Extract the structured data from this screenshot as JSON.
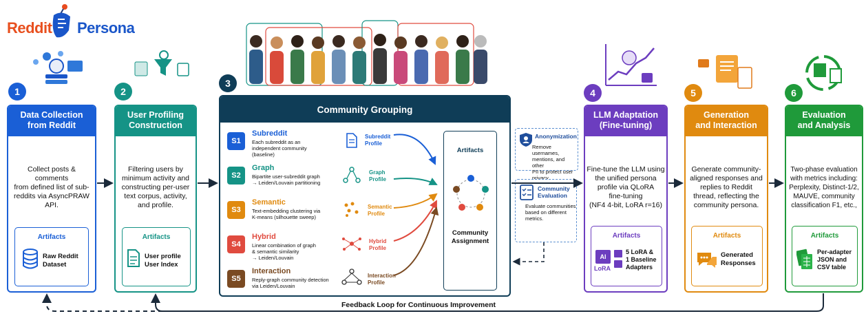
{
  "logo": {
    "left": "Reddit",
    "right": "Persona"
  },
  "colors": {
    "s1": "#1a5fd6",
    "s2": "#159386",
    "s3": "#0f3d57",
    "s4": "#6c3dbf",
    "s5": "#e08a0f",
    "s6": "#1f9a3a",
    "red": "#e04b3f",
    "orange": "#e07a1a",
    "brown": "#7a4a22"
  },
  "stages": [
    {
      "num": "1",
      "title_l1": "Data Collection",
      "title_l2": "from Reddit",
      "desc": [
        "Collect posts & comments",
        "from defined list of sub-",
        "reddits via AsyncPRAW",
        "API."
      ],
      "artifacts_label": "Artifacts",
      "artifact": [
        "Raw Reddit",
        "Dataset"
      ]
    },
    {
      "num": "2",
      "title_l1": "User Profiling",
      "title_l2": "Construction",
      "desc": [
        "Filtering users by",
        "minimum activity and",
        "constructing per-user",
        "text corpus, activity,",
        "and profile."
      ],
      "artifacts_label": "Artifacts",
      "artifact": [
        "User profile",
        "User Index"
      ]
    },
    {
      "num": "3",
      "title_l1": "Community Grouping"
    },
    {
      "num": "4",
      "title_l1": "LLM Adaptation",
      "title_l2": "(Fine-tuning)",
      "desc": [
        "Fine-tune the LLM using",
        "the unified persona",
        "profile via QLoRA",
        "fine-tuning",
        "(NF4 4-bit, LoRA r=16)"
      ],
      "artifacts_label": "Artifacts",
      "artifact": [
        "5 LoRA &",
        "1 Baseline",
        "Adapters"
      ],
      "lora": "LoRA",
      "ai": "AI"
    },
    {
      "num": "5",
      "title_l1": "Generation",
      "title_l2": "and Interaction",
      "desc": [
        "Generate community-",
        "aligned responses and",
        "replies to Reddit",
        "thread, reflecting the",
        "community persona."
      ],
      "artifacts_label": "Artifacts",
      "artifact": [
        "Generated",
        "Responses"
      ]
    },
    {
      "num": "6",
      "title_l1": "Evaluation",
      "title_l2": "and Analysis",
      "desc": [
        "Two-phase evaluation",
        "with metrics including:",
        "Perplexity, Distinct-1/2,",
        "MAUVE, community",
        "classification F1, etc.,"
      ],
      "artifacts_label": "Artifacts",
      "artifact": [
        "Per-adapter",
        "JSON and",
        "CSV table"
      ]
    }
  ],
  "strategies": [
    {
      "badge": "S1",
      "title": "Subreddit",
      "desc": [
        "Each subreddit as an",
        "independent community",
        "(baseline)"
      ],
      "profile": [
        "Subreddit",
        "Profile"
      ]
    },
    {
      "badge": "S2",
      "title": "Graph",
      "desc": [
        "Bipartite user-subreddit graph",
        "→ Leiden/Louvain partitioning"
      ],
      "profile": [
        "Graph",
        "Profile"
      ]
    },
    {
      "badge": "S3",
      "title": "Semantic",
      "desc": [
        "Text-embedding clustering via",
        "K-means (silhouette sweep)"
      ],
      "profile": [
        "Semantic",
        "Profile"
      ]
    },
    {
      "badge": "S4",
      "title": "Hybrid",
      "desc": [
        "Linear combination of graph",
        "& semantic similarity",
        "→ Leiden/Louvain"
      ],
      "profile": [
        "Hybrid",
        "Profile"
      ]
    },
    {
      "badge": "S5",
      "title": "Interaction",
      "desc": [
        "Reply-graph community detection",
        "via Leiden/Louvain"
      ],
      "profile": [
        "Interaction",
        "Profile"
      ]
    }
  ],
  "community_artifacts": {
    "label": "Artifacts",
    "name": [
      "Community",
      "Assignment"
    ]
  },
  "anonymization": {
    "title": "Anonymization",
    "text": [
      "Remove usernames,",
      "mentions, and other",
      "PII to protect user",
      "privacy."
    ]
  },
  "community_eval": {
    "title": [
      "Community",
      "Evaluation"
    ],
    "text": [
      "Evaluate communities",
      "based on different",
      "metrics."
    ]
  },
  "feedback_label": "Feedback Loop for Continuous Improvement"
}
